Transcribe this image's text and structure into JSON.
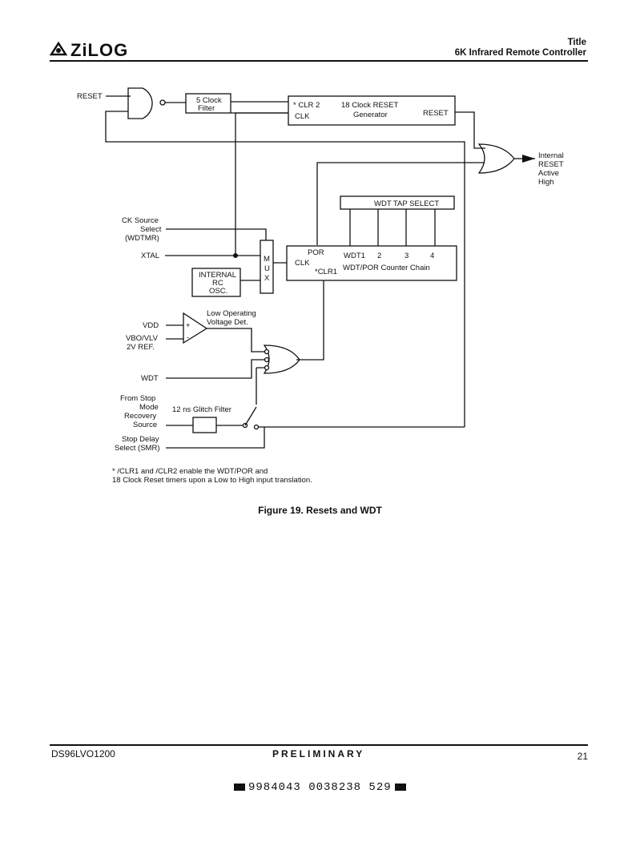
{
  "header": {
    "logo_text": "ZiLOG",
    "title_line1": "Title",
    "title_line2": "6K Infrared Remote Controller"
  },
  "diagram": {
    "reset": "RESET",
    "clock_filter_1": "5 Clock",
    "clock_filter_2": "Filter",
    "clr2": "* CLR 2",
    "clk_top": "CLK",
    "gen_title_1": "18 Clock RESET",
    "gen_title_2": "Generator",
    "gen_reset": "RESET",
    "internal_reset_1": "Internal",
    "internal_reset_2": "RESET",
    "internal_reset_3": "Active",
    "internal_reset_4": "High",
    "wdt_tap_select": "WDT  TAP  SELECT",
    "ck_source_1": "CK Source",
    "ck_source_2": "Select",
    "ck_source_3": "(WDTMR)",
    "xtal": "XTAL",
    "mux_m": "M",
    "mux_u": "U",
    "mux_x": "X",
    "internal_osc_1": "INTERNAL",
    "internal_osc_2": "RC",
    "internal_osc_3": "OSC.",
    "por": "POR",
    "wdt1": "WDT1",
    "tap2": "2",
    "tap3": "3",
    "tap4": "4",
    "clk_chain": "CLK",
    "clr1": "*CLR1",
    "counter_chain": "WDT/POR Counter Chain",
    "low_voltage_1": "Low Operating",
    "low_voltage_2": "Voltage Det.",
    "vdd": "VDD",
    "vbo_1": "VBO/VLV",
    "vbo_2": "2V REF.",
    "plus": "+",
    "minus": "-",
    "wdt": "WDT",
    "from_stop_1": "From Stop",
    "from_stop_2": "Mode",
    "from_stop_3": "Recovery",
    "from_stop_4": "Source",
    "glitch_filter": "12 ns Glitch Filter",
    "stop_delay_1": "Stop Delay",
    "stop_delay_2": "Select (SMR)"
  },
  "note_line1": "* /CLR1 and /CLR2 enable the WDT/POR and",
  "note_line2": "18 Clock Reset timers upon a Low to High input translation.",
  "caption": "Figure 19. Resets and WDT",
  "footer": {
    "doc_id": "DS96LVO1200",
    "status": "PRELIMINARY",
    "page": "21",
    "barcode_text": "9984043 0038238 529"
  }
}
